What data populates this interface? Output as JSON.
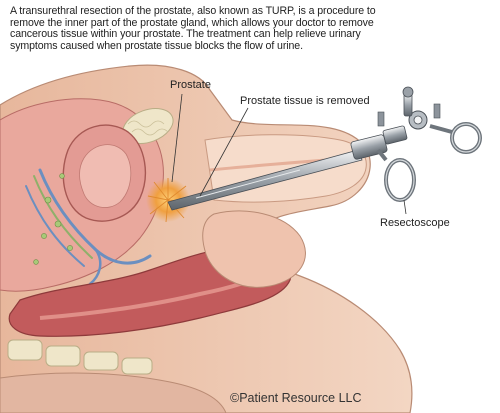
{
  "caption": "A transurethral resection of the prostate, also known as TURP, is a procedure to remove the inner part of the prostate gland, which allows your doctor to remove cancerous tissue within your prostate. The treatment can help relieve urinary symptoms caused when prostate tissue blocks the flow of urine.",
  "labels": {
    "prostate": "Prostate",
    "tissue_removed": "Prostate tissue is removed",
    "resectoscope": "Resectoscope"
  },
  "copyright": "©Patient Resource LLC",
  "colors": {
    "skin": "#f0cdb6",
    "skin_shadow": "#dca88c",
    "tissue": "#d98a86",
    "muscle": "#c25b5c",
    "prostate_glow": "#f0a040",
    "bone": "#efe6c9",
    "instrument": "#8d949c"
  },
  "icons": [
    "surgical-illustration-icon"
  ]
}
